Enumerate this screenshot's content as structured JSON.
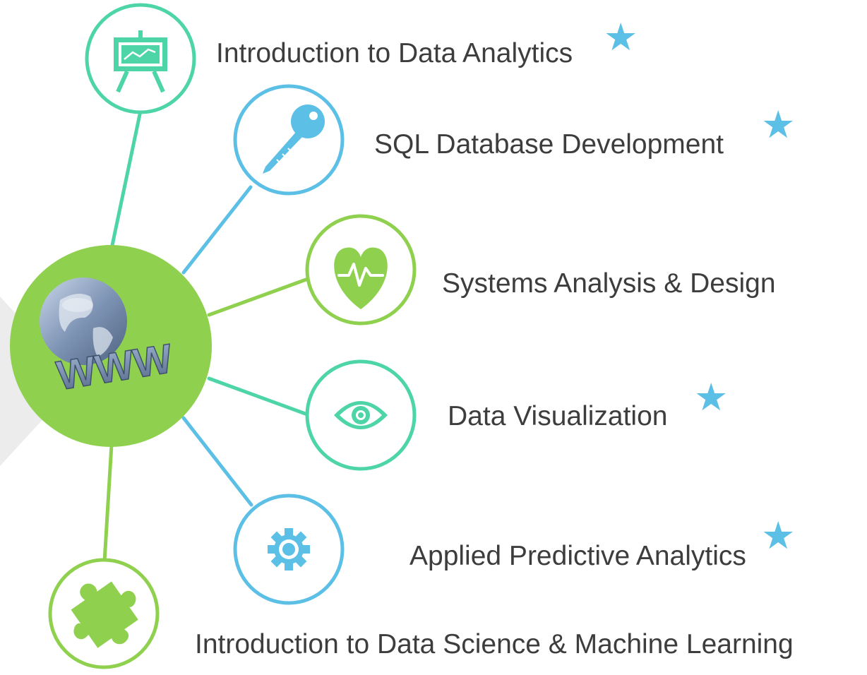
{
  "colors": {
    "green": "#8fd14f",
    "teal": "#4dd5a8",
    "blue": "#5bbfe6",
    "text": "#3d3d3d",
    "gray_wedge": "#ececec"
  },
  "hub": {
    "icon": "globe-www-icon",
    "text": "WWW"
  },
  "nodes": [
    {
      "label": "Introduction to Data Analytics",
      "icon": "presentation-chart-icon",
      "starred": true
    },
    {
      "label": "SQL Database Development",
      "icon": "key-icon",
      "starred": true
    },
    {
      "label": "Systems Analysis & Design",
      "icon": "heart-pulse-icon",
      "starred": false
    },
    {
      "label": "Data Visualization",
      "icon": "eye-icon",
      "starred": true
    },
    {
      "label": "Applied Predictive Analytics",
      "icon": "gear-icon",
      "starred": true
    },
    {
      "label": "Introduction to Data Science & Machine Learning",
      "icon": "puzzle-piece-icon",
      "starred": false
    }
  ],
  "star_glyph": "★"
}
